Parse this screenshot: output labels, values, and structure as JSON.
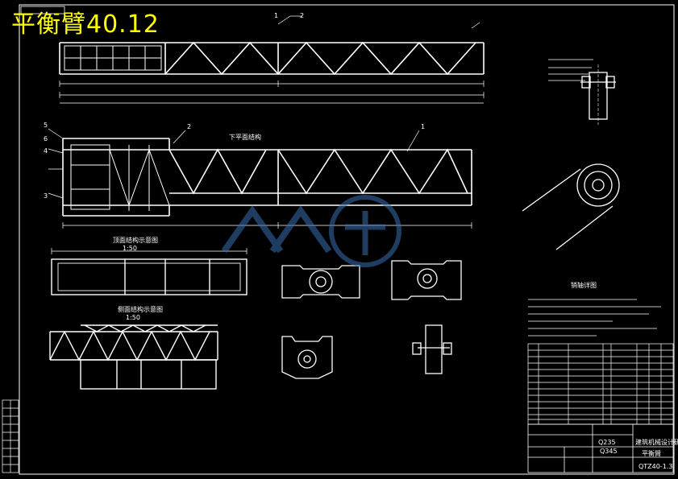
{
  "drawing": {
    "overlay_title": "平衡臂40.12",
    "views": {
      "lower_plane": "下平面结构",
      "top_view": "顶面结构示意图",
      "top_view_scale": "1:50",
      "side_view": "侧面结构示意图",
      "side_view_scale": "1:50",
      "pin_detail": "销轴详图"
    },
    "materials": [
      "Q235",
      "Q345"
    ],
    "title_block": {
      "company": "建筑机械设计研究院",
      "part_name": "平衡臂",
      "drawing_no": "QTZ40-1.3"
    }
  },
  "colors": {
    "background": "#000000",
    "lines": "#ffffff",
    "overlay_title": "#ffff00",
    "watermark": "#3a6fb0"
  }
}
